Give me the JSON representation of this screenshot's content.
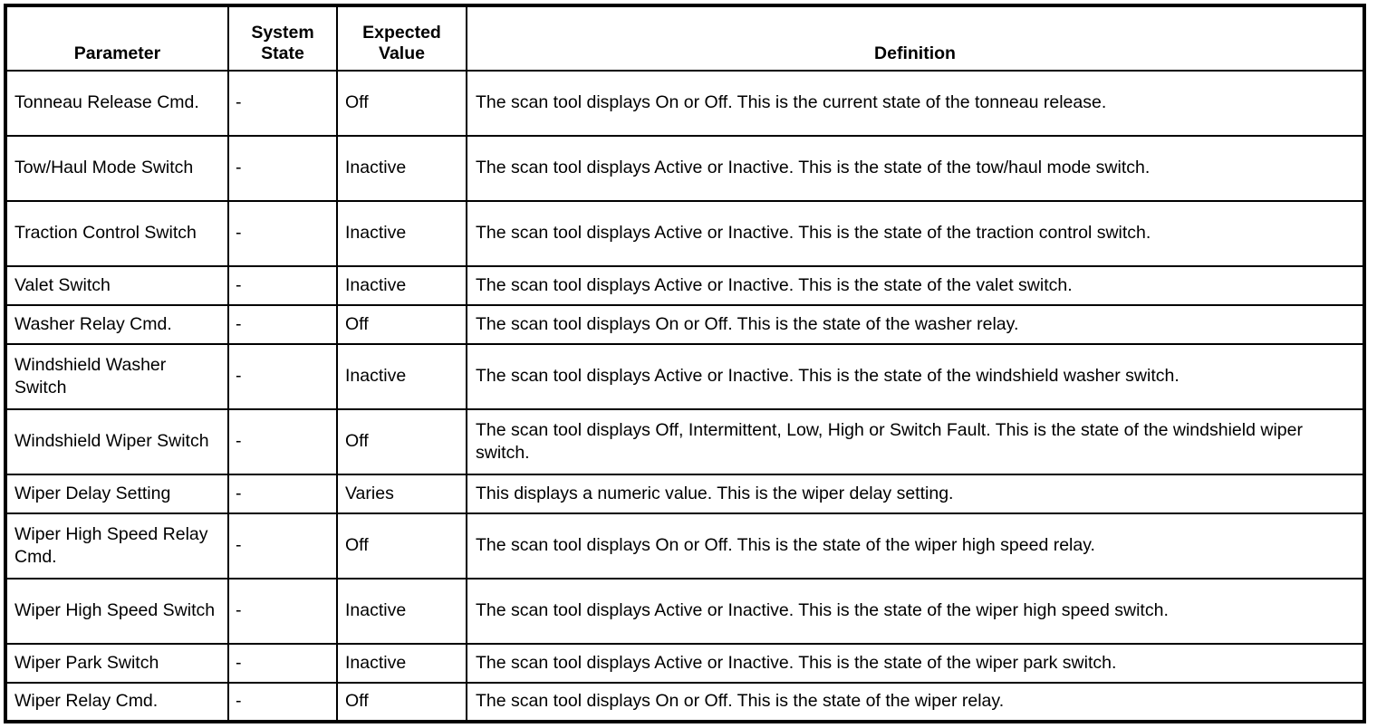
{
  "table": {
    "columns": [
      {
        "key": "parameter",
        "label": "Parameter",
        "align": "center"
      },
      {
        "key": "state",
        "label": "System\nState",
        "align": "center"
      },
      {
        "key": "value",
        "label": "Expected\nValue",
        "align": "center"
      },
      {
        "key": "definition",
        "label": "Definition",
        "align": "center"
      }
    ],
    "headers": {
      "parameter": "Parameter",
      "state_line1": "System",
      "state_line2": "State",
      "value_line1": "Expected",
      "value_line2": "Value",
      "definition": "Definition"
    },
    "rows": [
      {
        "parameter": "Tonneau Release Cmd.",
        "state": "-",
        "value": "Off",
        "definition": "The scan tool displays On or Off. This is the current state of the tonneau release.",
        "height": "tall"
      },
      {
        "parameter": "Tow/Haul Mode Switch",
        "state": "-",
        "value": "Inactive",
        "definition": "The scan tool displays Active or Inactive. This is the state of the tow/haul mode switch.",
        "height": "tall"
      },
      {
        "parameter": "Traction Control Switch",
        "state": "-",
        "value": "Inactive",
        "definition": "The scan tool displays Active or Inactive. This is the state of the traction control switch.",
        "height": "tall"
      },
      {
        "parameter": "Valet Switch",
        "state": "-",
        "value": "Inactive",
        "definition": "The scan tool displays Active or Inactive. This is the state of the valet switch.",
        "height": "short"
      },
      {
        "parameter": "Washer Relay Cmd.",
        "state": "-",
        "value": "Off",
        "definition": "The scan tool displays On or Off. This is the state of the washer relay.",
        "height": "short"
      },
      {
        "parameter": "Windshield Washer Switch",
        "state": "-",
        "value": "Inactive",
        "definition": "The scan tool displays Active or Inactive. This is the state of the windshield washer switch.",
        "height": "tall"
      },
      {
        "parameter": "Windshield Wiper Switch",
        "state": "-",
        "value": "Off",
        "definition": "The scan tool displays Off, Intermittent, Low, High or Switch Fault. This is the state of the windshield wiper switch.",
        "height": "tall"
      },
      {
        "parameter": "Wiper Delay Setting",
        "state": "-",
        "value": "Varies",
        "definition": "This displays a numeric value. This is the wiper delay setting.",
        "height": "short"
      },
      {
        "parameter": "Wiper High Speed Relay Cmd.",
        "state": "-",
        "value": "Off",
        "definition": "The scan tool displays On or Off. This is the state of the wiper high speed relay.",
        "height": "tall"
      },
      {
        "parameter": "Wiper High Speed Switch",
        "state": "-",
        "value": "Inactive",
        "definition": "The scan tool displays Active or Inactive. This is the state of the wiper high speed switch.",
        "height": "tall"
      },
      {
        "parameter": "Wiper Park Switch",
        "state": "-",
        "value": "Inactive",
        "definition": "The scan tool displays Active or Inactive. This is the state of the wiper park switch.",
        "height": "short"
      },
      {
        "parameter": "Wiper Relay Cmd.",
        "state": "-",
        "value": "Off",
        "definition": "The scan tool displays On or Off. This is the state of the wiper relay.",
        "height": "short"
      }
    ]
  },
  "colors": {
    "border": "#000000",
    "text": "#000000",
    "background": "#ffffff"
  }
}
